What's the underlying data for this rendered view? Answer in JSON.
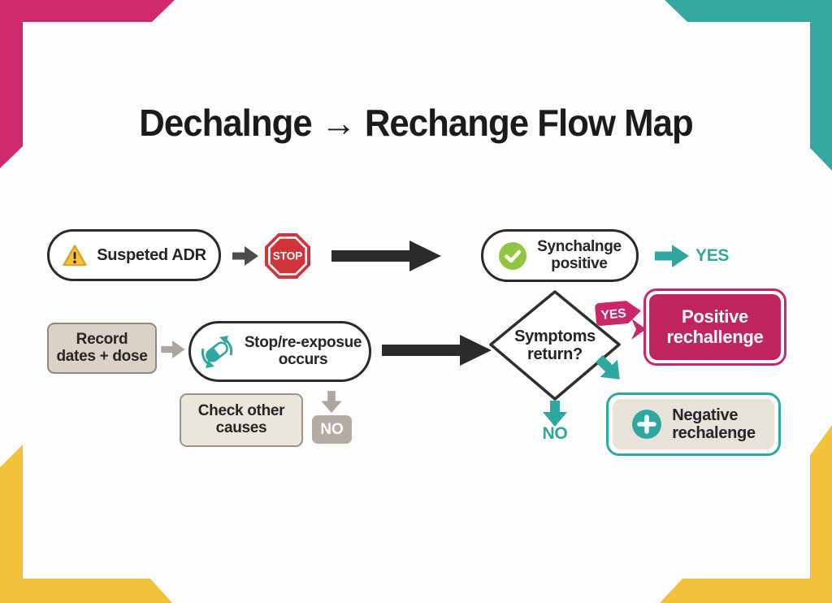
{
  "title": "Dechalnge → Rechange Flow Map",
  "flow": {
    "suspected_adr": "Suspeted ADR",
    "stop_sign": "STOP",
    "synchalnge_line1": "Synchalnge",
    "synchalnge_line2": "positive",
    "yes_top": "YES",
    "record_line1": "Record",
    "record_line2": "dates + dose",
    "reexposure_line1": "Stop/re-exposue",
    "reexposure_line2": "occurs",
    "check_line1": "Check other",
    "check_line2": "causes",
    "no_grey": "NO",
    "symptoms_line1": "Symptoms",
    "symptoms_line2": "return?",
    "yes_tag": "YES",
    "positive_line1": "Positive",
    "positive_line2": "rechallenge",
    "no_teal": "NO",
    "negative_line1": "Negative",
    "negative_line2": "rechalenge"
  },
  "colors": {
    "magenta": "#c9276a",
    "teal": "#2ea7a0",
    "yellow": "#f2c23a",
    "stop_red": "#d0333a",
    "check_green": "#8fc640",
    "warning_yellow": "#f6c431",
    "dark_arrow": "#2d2a2a",
    "grey": "#b3aca2",
    "beige": "#d9d2c5"
  }
}
